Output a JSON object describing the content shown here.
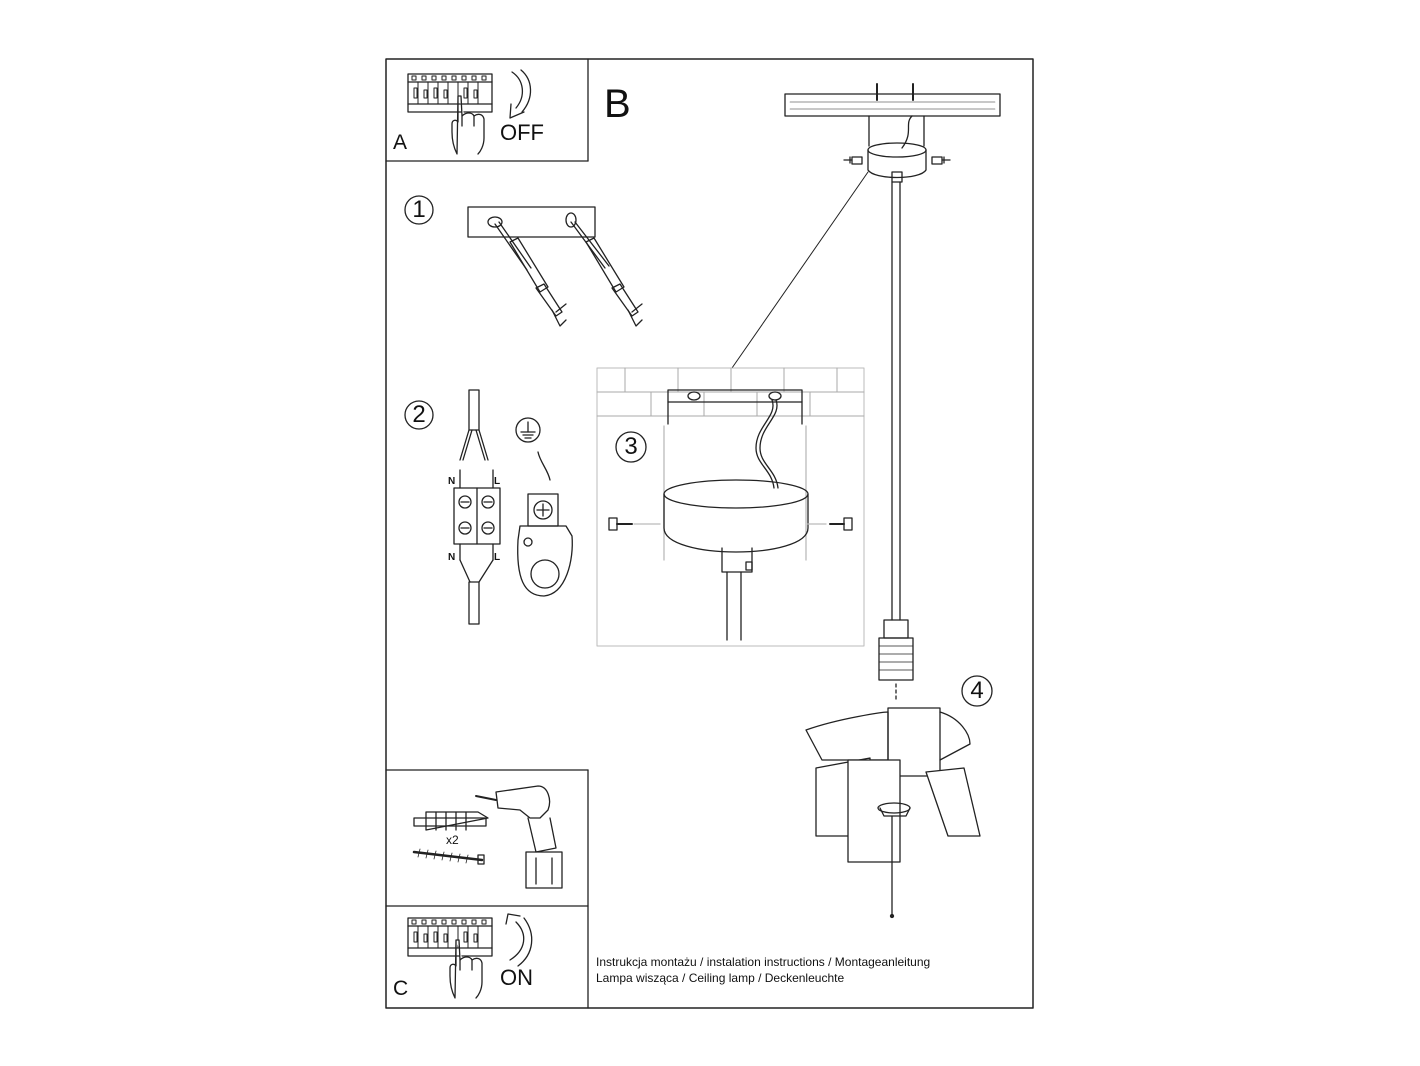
{
  "panels": {
    "a": {
      "letter": "A",
      "state": "OFF"
    },
    "b": {
      "letter": "B"
    },
    "c": {
      "letter": "C",
      "state": "ON"
    }
  },
  "steps": [
    "1",
    "2",
    "3",
    "4"
  ],
  "wiring": {
    "neutral": "N",
    "live": "L"
  },
  "tools": {
    "quantity": "x2"
  },
  "caption": {
    "line1": "Instrukcja montażu / instalation instructions / Montageanleitung",
    "line2": "Lampa wisząca / Ceiling lamp  / Deckenleuchte"
  }
}
